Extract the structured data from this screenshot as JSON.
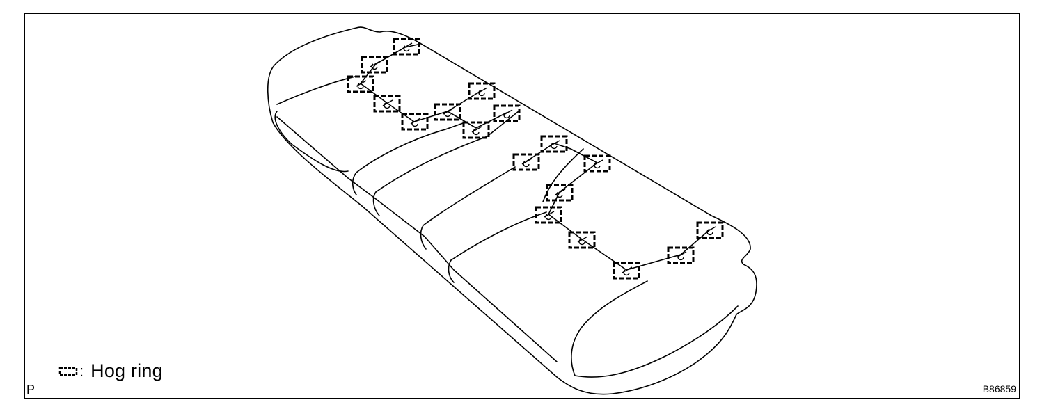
{
  "legend": {
    "symbol_icon": "hog-ring-marker-icon",
    "label": "Hog ring"
  },
  "corner_letter": "P",
  "figure_code": "B86859",
  "colors": {
    "line": "#000000",
    "background": "#ffffff"
  }
}
